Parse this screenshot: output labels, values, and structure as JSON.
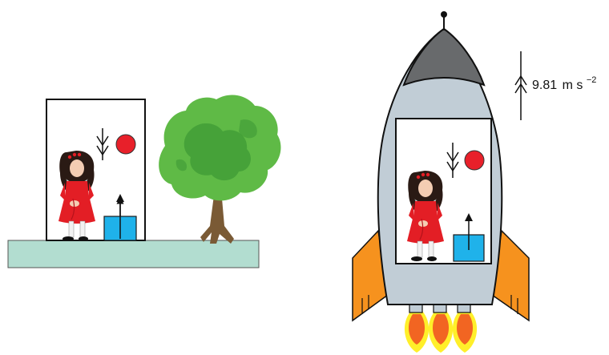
{
  "acceleration_label": {
    "value": "9.81",
    "unit": "m s",
    "exponent": "−2"
  },
  "colors": {
    "ground": "#b2ddd0",
    "ball": "#e8202a",
    "box": "#1fb2ea",
    "tree_green": "#5fba46",
    "tree_dark": "#3e9a35",
    "trunk": "#7a5a35",
    "rocket_body": "#c1cdd6",
    "rocket_nose": "#686a6c",
    "fins": "#f6921e",
    "flame_outer": "#ffef2a",
    "flame_inner": "#f26522",
    "girl_dress": "#e31e25"
  },
  "scenes": [
    {
      "name": "room-on-earth",
      "icons": [
        "room",
        "girl",
        "ball",
        "box",
        "tree",
        "ground"
      ]
    },
    {
      "name": "room-in-rocket",
      "icons": [
        "rocket",
        "girl",
        "ball",
        "box",
        "flames"
      ]
    }
  ]
}
